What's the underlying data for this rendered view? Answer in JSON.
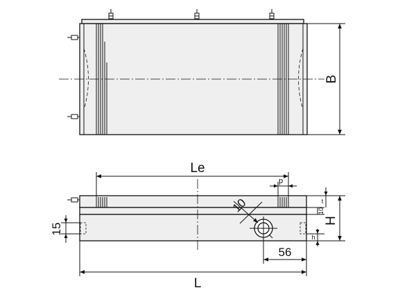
{
  "labels": {
    "B": "B",
    "Le": "Le",
    "p": "p",
    "t": "t",
    "H": "H",
    "h": "h",
    "ten_small": "10",
    "ten_bolt": "10",
    "fifteen": "15",
    "fiftysix": "56",
    "L": "L"
  }
}
